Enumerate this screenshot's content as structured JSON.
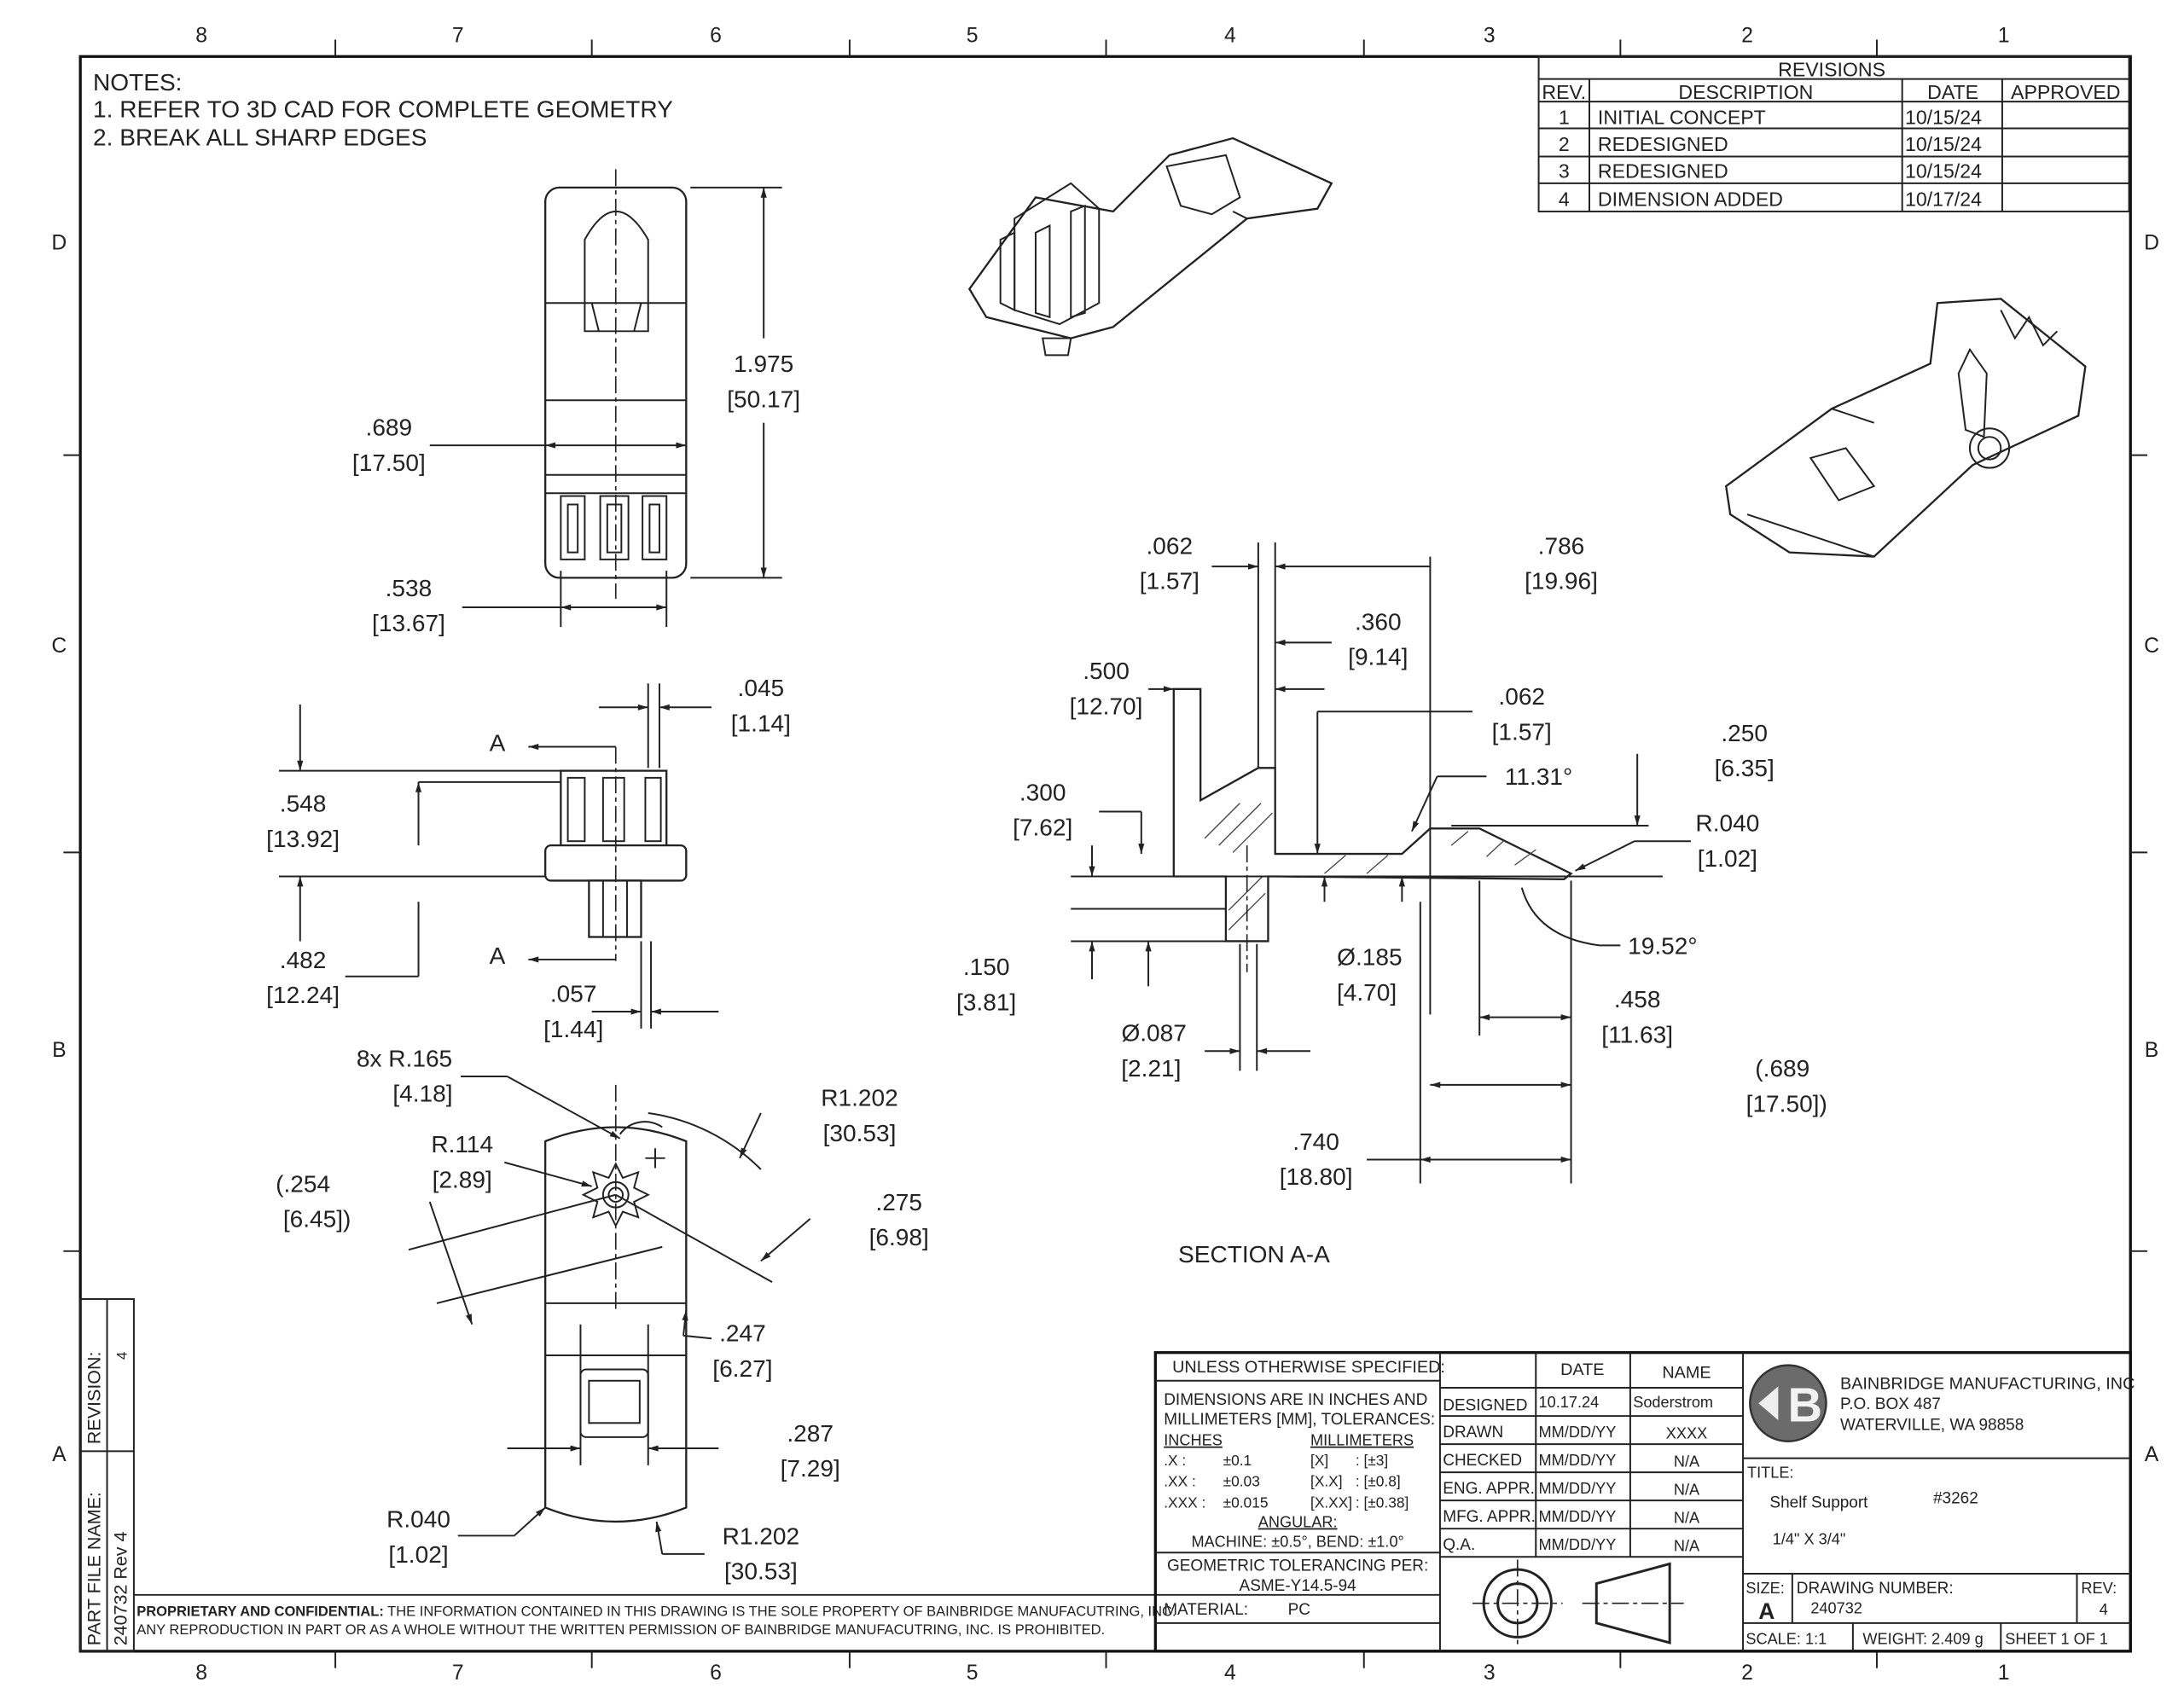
{
  "zones": {
    "columns": [
      "8",
      "7",
      "6",
      "5",
      "4",
      "3",
      "2",
      "1"
    ],
    "rows": [
      "D",
      "C",
      "B",
      "A"
    ]
  },
  "notes": {
    "title": "NOTES:",
    "items": [
      "1.  REFER TO 3D CAD FOR COMPLETE GEOMETRY",
      "2.  BREAK ALL SHARP EDGES"
    ]
  },
  "revisions": {
    "title": "REVISIONS",
    "headers": [
      "REV.",
      "DESCRIPTION",
      "DATE",
      "APPROVED"
    ],
    "rows": [
      {
        "rev": "1",
        "description": "INITIAL CONCEPT",
        "date": "10/15/24",
        "approved": ""
      },
      {
        "rev": "2",
        "description": "REDESIGNED",
        "date": "10/15/24",
        "approved": ""
      },
      {
        "rev": "3",
        "description": "REDESIGNED",
        "date": "10/15/24",
        "approved": ""
      },
      {
        "rev": "4",
        "description": "DIMENSION ADDED",
        "date": "10/17/24",
        "approved": ""
      }
    ]
  },
  "views": {
    "section_marker": "A",
    "section_title": "SECTION A-A",
    "dims": {
      "top_width": [
        ".689",
        "[17.50]"
      ],
      "top_height": [
        "1.975",
        "[50.17]"
      ],
      "top_slot": [
        ".538",
        "[13.67]"
      ],
      "side_rib": [
        ".045",
        "[1.14]"
      ],
      "side_height": [
        ".548",
        "[13.92]"
      ],
      "side_peg": [
        ".482",
        "[12.24]"
      ],
      "side_gap": [
        ".057",
        "[1.44]"
      ],
      "bot_star": [
        "8x R.165",
        "[4.18]"
      ],
      "bot_r1202a": [
        "R1.202",
        "[30.53]"
      ],
      "bot_r114": [
        "R.114",
        "[2.89]"
      ],
      "bot_254": [
        "(.254",
        "[6.45])"
      ],
      "bot_275": [
        ".275",
        "[6.98]"
      ],
      "bot_247": [
        ".247",
        "[6.27]"
      ],
      "bot_287": [
        ".287",
        "[7.29]"
      ],
      "bot_r040": [
        "R.040",
        "[1.02]"
      ],
      "bot_r1202b": [
        "R1.202",
        "[30.53]"
      ],
      "sec_062a": [
        ".062",
        "[1.57]"
      ],
      "sec_786": [
        ".786",
        "[19.96]"
      ],
      "sec_360": [
        ".360",
        "[9.14]"
      ],
      "sec_500": [
        ".500",
        "[12.70]"
      ],
      "sec_062b": [
        ".062",
        "[1.57]"
      ],
      "sec_ang1": "11.31°",
      "sec_250": [
        ".250",
        "[6.35]"
      ],
      "sec_300": [
        ".300",
        "[7.62]"
      ],
      "sec_r040": [
        "R.040",
        "[1.02]"
      ],
      "sec_ang2": "19.52°",
      "sec_185": [
        "Ø.185",
        "[4.70]"
      ],
      "sec_150": [
        ".150",
        "[3.81]"
      ],
      "sec_458": [
        ".458",
        "[11.63]"
      ],
      "sec_087": [
        "Ø.087",
        "[2.21]"
      ],
      "sec_689": [
        "(.689",
        "[17.50])"
      ],
      "sec_740": [
        ".740",
        "[18.80]"
      ]
    }
  },
  "side_block": {
    "revision_label": "REVISION:",
    "revision_value": "4",
    "file_label": "PART FILE NAME:",
    "file_value": "240732 Rev 4"
  },
  "proprietary": {
    "label": "PROPRIETARY AND CONFIDENTIAL:",
    "line1": " THE INFORMATION CONTAINED IN THIS DRAWING IS THE SOLE PROPERTY OF BAINBRIDGE MANUFACUTRING, INC.",
    "line2": "ANY REPRODUCTION IN PART OR AS A WHOLE WITHOUT THE WRITTEN PERMISSION OF BAINBRIDGE MANUFACUTRING, INC. IS PROHIBITED."
  },
  "title_block": {
    "unless": "UNLESS OTHERWISE SPECIFIED:",
    "dims_line1": "DIMENSIONS ARE IN INCHES AND",
    "dims_line2": "MILLIMETERS [MM], TOLERANCES:",
    "inches": "INCHES",
    "millimeters": "MILLIMETERS",
    "tolerances": [
      {
        "in": ".X :",
        "in_tol": "±0.1",
        "mm": "[X]",
        "mm_tol": ": [±3]"
      },
      {
        "in": ".XX :",
        "in_tol": "±0.03",
        "mm": "[X.X]",
        "mm_tol": ": [±0.8]"
      },
      {
        "in": ".XXX :",
        "in_tol": "±0.015",
        "mm": "[X.XX]",
        "mm_tol": ": [±0.38]"
      }
    ],
    "angular": "ANGULAR:",
    "angular_value": "MACHINE: ±0.5°, BEND: ±1.0°",
    "geometric": "GEOMETRIC TOLERANCING PER:",
    "geometric_std": "ASME-Y14.5-94",
    "material_label": "MATERIAL:",
    "material": "PC",
    "col_date": "DATE",
    "col_name": "NAME",
    "approvals": [
      {
        "role": "DESIGNED",
        "date": "10.17.24",
        "name": "Soderstrom"
      },
      {
        "role": "DRAWN",
        "date": "MM/DD/YY",
        "name": "XXXX"
      },
      {
        "role": "CHECKED",
        "date": "MM/DD/YY",
        "name": "N/A"
      },
      {
        "role": "ENG. APPR.",
        "date": "MM/DD/YY",
        "name": "N/A"
      },
      {
        "role": "MFG. APPR.",
        "date": "MM/DD/YY",
        "name": "N/A"
      },
      {
        "role": "Q.A.",
        "date": "MM/DD/YY",
        "name": "N/A"
      }
    ],
    "company": [
      "BAINBRIDGE MANUFACTURING, INC",
      "P.O. BOX 487",
      "WATERVILLE, WA 98858"
    ],
    "logo_text": "B",
    "title_label": "TITLE:",
    "title": "Shelf Support",
    "part_no": "#3262",
    "size_desc": "1/4\" X 3/4\"",
    "size_label": "SIZE:",
    "size": "A",
    "dwg_label": "DRAWING NUMBER:",
    "dwg": "240732",
    "rev_label": "REV:",
    "rev": "4",
    "scale": "SCALE: 1:1",
    "weight": "WEIGHT: 2.409 g",
    "sheet": "SHEET 1 OF 1"
  }
}
